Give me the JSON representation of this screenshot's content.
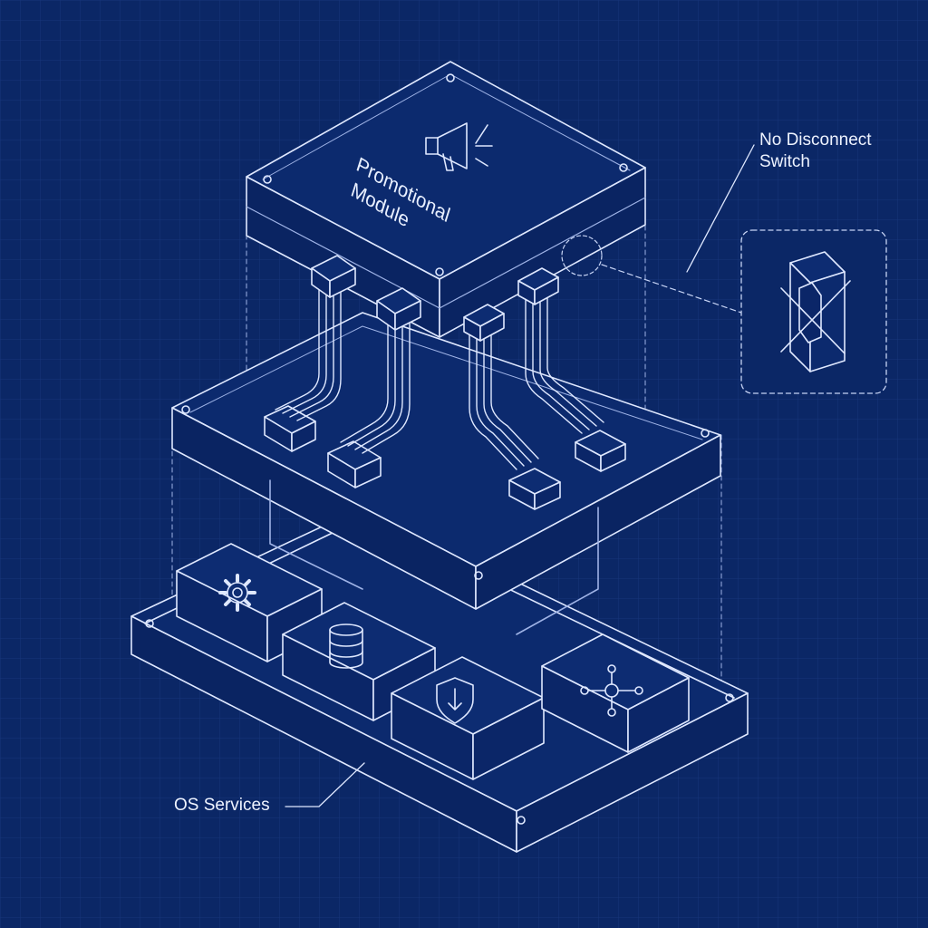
{
  "diagram": {
    "module_label_line1": "Promotional",
    "module_label_line2": "Module",
    "callout_switch_line1": "No Disconnect",
    "callout_switch_line2": "Switch",
    "callout_os": "OS Services"
  },
  "icons": {
    "module": "megaphone-icon",
    "switch": "crossed-out-toggle-switch-icon",
    "service_1": "gear-icon",
    "service_2": "database-icon",
    "service_3": "shield-icon",
    "service_4": "network-hub-icon"
  },
  "colors": {
    "background": "#0b2766",
    "grid": "#1a3a82",
    "line": "#dfe8ff"
  }
}
